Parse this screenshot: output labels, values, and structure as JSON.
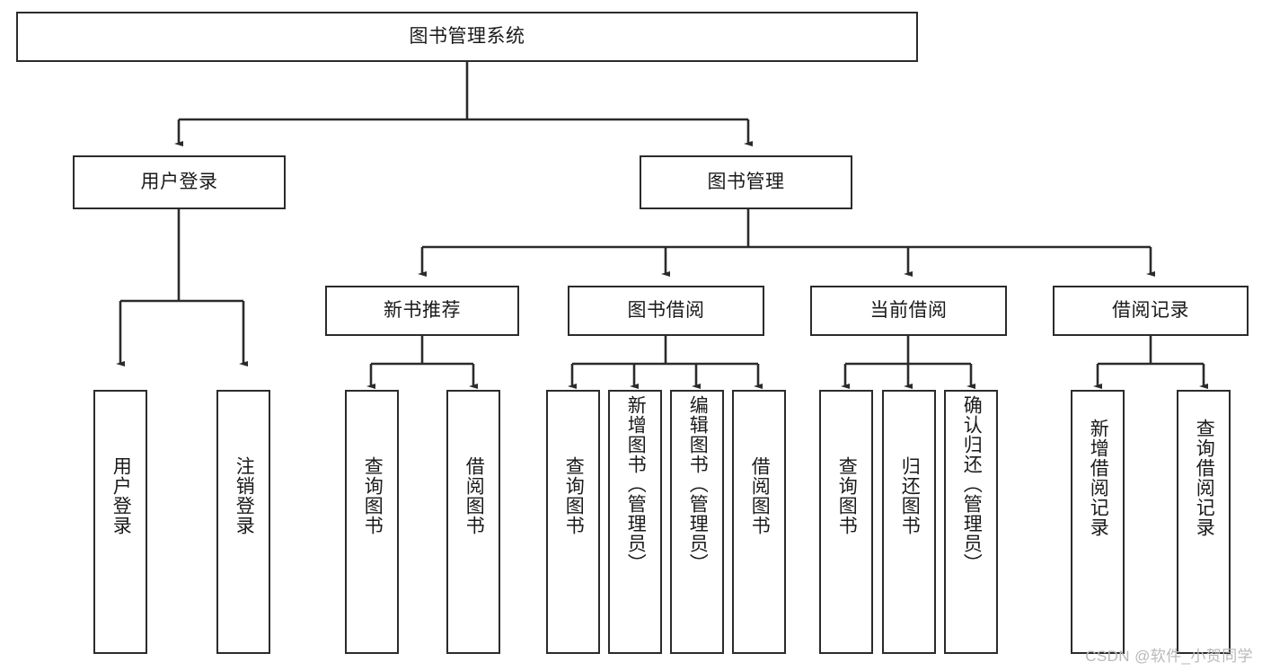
{
  "diagram": {
    "title": "图书管理系统",
    "type": "hierarchy-tree",
    "nodes": {
      "root": {
        "label": "图书管理系统"
      },
      "l2": [
        {
          "id": "user-login",
          "label": "用户登录"
        },
        {
          "id": "book-manage",
          "label": "图书管理"
        }
      ],
      "l3": [
        {
          "id": "new-book-recommend",
          "label": "新书推荐"
        },
        {
          "id": "book-borrow",
          "label": "图书借阅"
        },
        {
          "id": "current-borrow",
          "label": "当前借阅"
        },
        {
          "id": "borrow-record",
          "label": "借阅记录"
        }
      ],
      "leaves": [
        {
          "id": "leaf-user-login",
          "parent": "user-login",
          "label": "用户登录"
        },
        {
          "id": "leaf-logout-login",
          "parent": "user-login",
          "label": "注销登录"
        },
        {
          "id": "leaf-query-book-1",
          "parent": "new-book-recommend",
          "label": "查询图书"
        },
        {
          "id": "leaf-borrow-book-1",
          "parent": "new-book-recommend",
          "label": "借阅图书"
        },
        {
          "id": "leaf-query-book-2",
          "parent": "book-borrow",
          "label": "查询图书"
        },
        {
          "id": "leaf-add-book",
          "parent": "book-borrow",
          "label": "新增图书（管理员）"
        },
        {
          "id": "leaf-edit-book",
          "parent": "book-borrow",
          "label": "编辑图书（管理员）"
        },
        {
          "id": "leaf-borrow-book-2",
          "parent": "book-borrow",
          "label": "借阅图书"
        },
        {
          "id": "leaf-query-book-3",
          "parent": "current-borrow",
          "label": "查询图书"
        },
        {
          "id": "leaf-return-book",
          "parent": "current-borrow",
          "label": "归还图书"
        },
        {
          "id": "leaf-confirm-return",
          "parent": "current-borrow",
          "label": "确认归还（管理员）"
        },
        {
          "id": "leaf-add-record",
          "parent": "borrow-record",
          "label": "新增借阅记录"
        },
        {
          "id": "leaf-query-record",
          "parent": "borrow-record",
          "label": "查询借阅记录"
        }
      ]
    },
    "colors": {
      "stroke": "#2b2b2b",
      "fill": "#ffffff",
      "text": "#1a1a1a",
      "watermark": "#b9b9b9"
    }
  },
  "watermark": {
    "text": "CSDN @软件_小贺同学"
  }
}
